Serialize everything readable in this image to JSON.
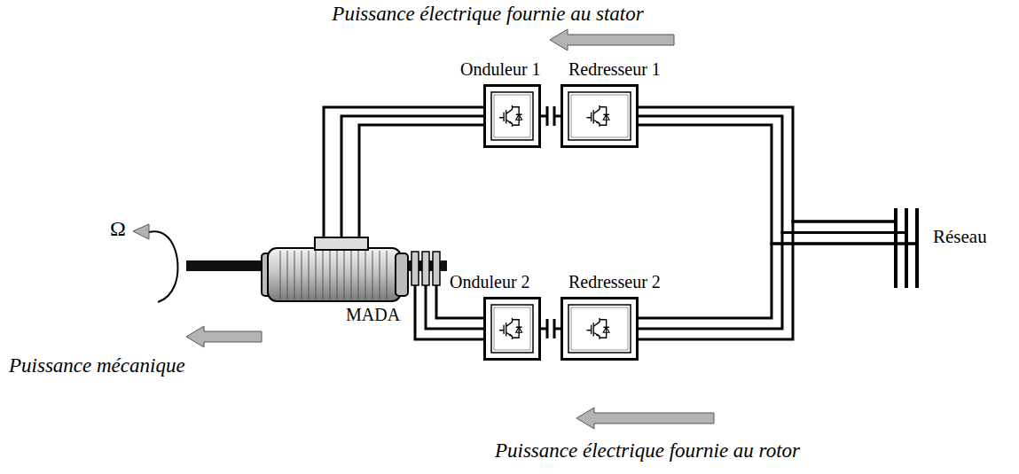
{
  "diagram": {
    "nodes": [
      {
        "text": [
          "MADA"
        ]
      },
      {
        "text": [
          "Onduleur 1"
        ]
      },
      {
        "text": [
          "Redresseur 1"
        ]
      },
      {
        "text": [
          "Onduleur 2"
        ]
      },
      {
        "text": [
          "Redresseur 2"
        ]
      },
      {
        "text": [
          "Réseau"
        ]
      }
    ],
    "edges": [
      {
        "from": 1,
        "to": 0,
        "arrow": "none"
      },
      {
        "from": 1,
        "to": 2,
        "arrow": "none"
      },
      {
        "from": 2,
        "to": 5,
        "arrow": "none"
      },
      {
        "from": 3,
        "to": 0,
        "arrow": "none"
      },
      {
        "from": 3,
        "to": 4,
        "arrow": "none"
      },
      {
        "from": 4,
        "to": 5,
        "arrow": "none"
      }
    ],
    "labels": [
      "Puissance électrique fournie au stator",
      "Ω",
      "Puissance mécanique",
      "Puissance électrique fournie au rotor"
    ]
  }
}
